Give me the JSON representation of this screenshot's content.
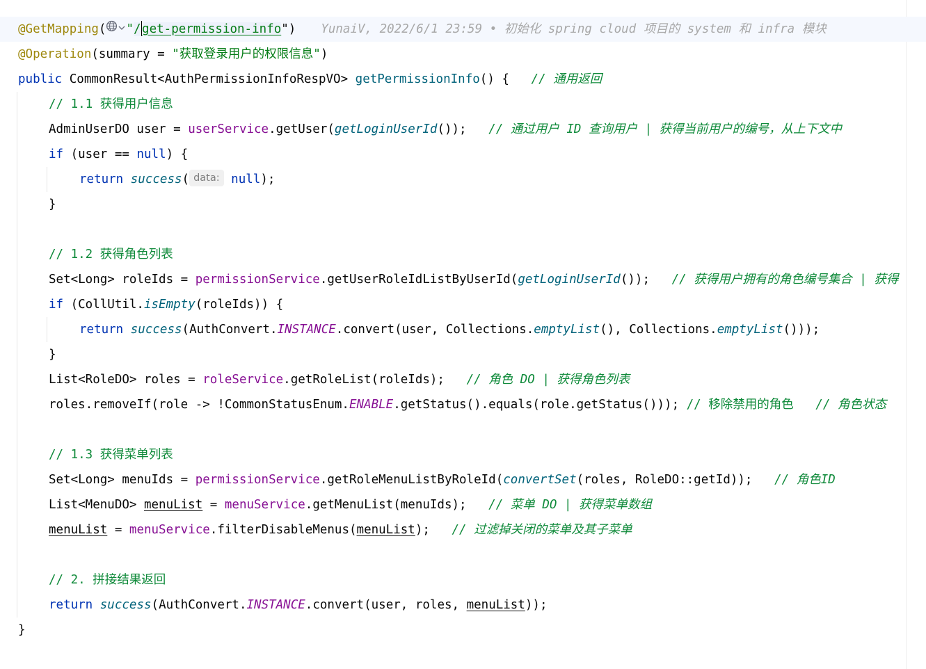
{
  "header": {
    "annotation1": "@GetMapping",
    "url_quote_open": "\"",
    "url_first_char": "/",
    "url_rest": "get-permission-info",
    "url_close": "\")",
    "blame": "YunaiV, 2022/6/1 23:59 • 初始化 spring cloud 项目的 system 和 infra 模块",
    "annotation2": "@Operation",
    "op_args_open": "(summary = ",
    "op_summary": "\"获取登录用户的权限信息\"",
    "op_close": ")"
  },
  "code": {
    "public_kw": "public",
    "return_type": " CommonResult<AuthPermissionInfoRespVO> ",
    "method_name": "getPermissionInfo",
    "sig_end": "() {   ",
    "sig_comment": "// 通用返回",
    "c11": "// 1.1 获得用户信息",
    "l1_type": "AdminUserDO user = ",
    "l1_field": "userService",
    "l1_call": ".getUser(",
    "l1_static": "getLoginUserId",
    "l1_end": "());   ",
    "l1_comment": "// 通过用户 ID 查询用户 | 获得当前用户的编号，从上下文中",
    "if_kw": "if",
    "if1_cond": " (user == ",
    "null_kw": "null",
    "if1_end": ") {",
    "return_kw": "return",
    "success_fn": "success",
    "hint_label": "data:",
    "ret1_end": ");",
    "close_brace": "}",
    "c12": "// 1.2 获得角色列表",
    "l2_type": "Set<Long> roleIds = ",
    "l2_field": "permissionService",
    "l2_call": ".getUserRoleIdListByUserId(",
    "l2_static": "getLoginUserId",
    "l2_end": "());   ",
    "l2_comment": "// 获得用户拥有的角色编号集合 | 获得",
    "if2_start": " (CollUtil.",
    "if2_static": "isEmpty",
    "if2_end": "(roleIds)) {",
    "ret2_a": "(AuthConvert.",
    "instance_const": "INSTANCE",
    "ret2_b": ".convert(user, Collections.",
    "empty_list": "emptyList",
    "ret2_c": "(), Collections.",
    "ret2_d": "()));",
    "l3_type": "List<RoleDO> roles = ",
    "l3_field": "roleService",
    "l3_call": ".getRoleList(roleIds);   ",
    "l3_comment": "// 角色 DO | 获得角色列表",
    "l4_a": "roles.removeIf(role -> !CommonStatusEnum.",
    "enable_const": "ENABLE",
    "l4_b": ".getStatus().equals(role.getStatus())); ",
    "l4_comment1": "// 移除禁用的角色",
    "l4_sep": "   ",
    "l4_comment2": "// 角色状态",
    "c13": "// 1.3 获得菜单列表",
    "l5_type": "Set<Long> menuIds = ",
    "l5_field": "permissionService",
    "l5_call": ".getRoleMenuListByRoleId(",
    "l5_static": "convertSet",
    "l5_end": "(roles, RoleDO::getId));   ",
    "l5_comment": "// 角色ID",
    "l6_type": "List<MenuDO> ",
    "menulist_var": "menuList",
    "l6_eq": " = ",
    "l6_field": "menuService",
    "l6_call": ".getMenuList(menuIds);   ",
    "l6_comment": "// 菜单 DO | 获得菜单数组",
    "l7_eq": " = ",
    "l7_field": "menuService",
    "l7_call": ".filterDisableMenus(",
    "l7_end": ");   ",
    "l7_comment": "// 过滤掉关闭的菜单及其子菜单",
    "c2": "// 2. 拼接结果返回",
    "ret3_a": "(AuthConvert.",
    "ret3_b": ".convert(user, roles, ",
    "ret3_c": "));"
  },
  "icons": {
    "globe": "globe-icon",
    "chevron": "chevron-down-icon"
  }
}
